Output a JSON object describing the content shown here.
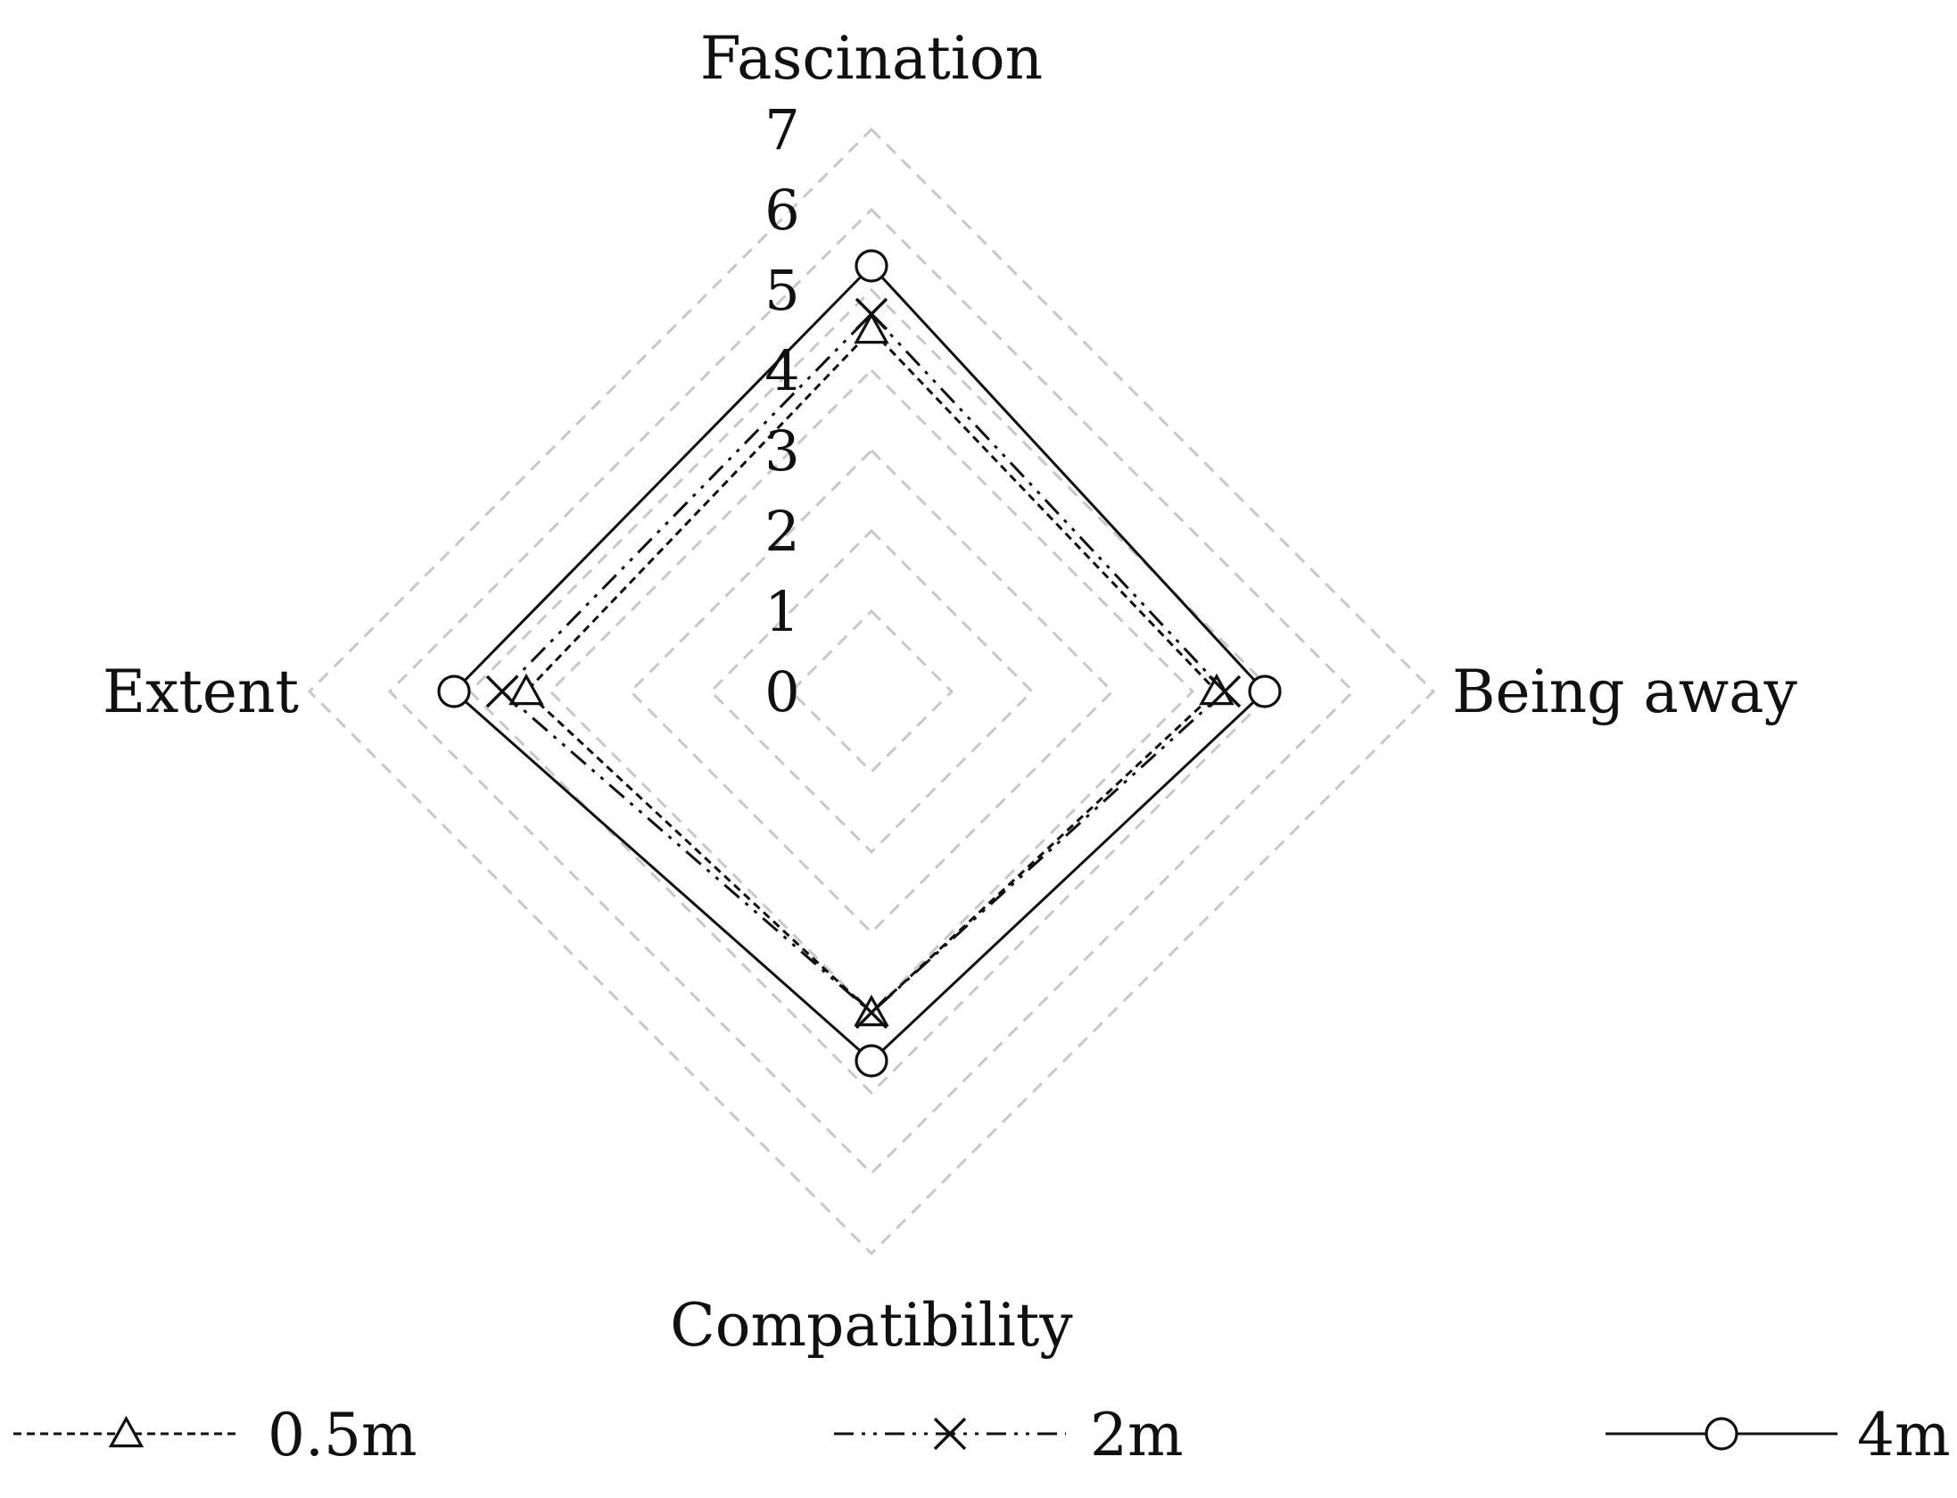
{
  "chart_data": {
    "type": "radar",
    "axes": [
      "Fascination",
      "Being away",
      "Compatibility",
      "Extent"
    ],
    "r_ticks": [
      "0",
      "1",
      "2",
      "3",
      "4",
      "5",
      "6",
      "7"
    ],
    "r_range": [
      0,
      7
    ],
    "grid": true,
    "legend_position": "bottom",
    "series": [
      {
        "name": "0.5m",
        "values": [
          4.5,
          4.3,
          4.0,
          4.3
        ],
        "marker": "triangle",
        "line_style": "dashed",
        "color": "#111111"
      },
      {
        "name": "2m",
        "values": [
          4.7,
          4.4,
          4.0,
          4.6
        ],
        "marker": "x",
        "line_style": "dash-dot-dot",
        "color": "#111111"
      },
      {
        "name": "4m",
        "values": [
          5.3,
          4.9,
          4.6,
          5.2
        ],
        "marker": "circle",
        "line_style": "solid",
        "color": "#111111"
      }
    ],
    "grid_color": "#c8c8c8"
  }
}
